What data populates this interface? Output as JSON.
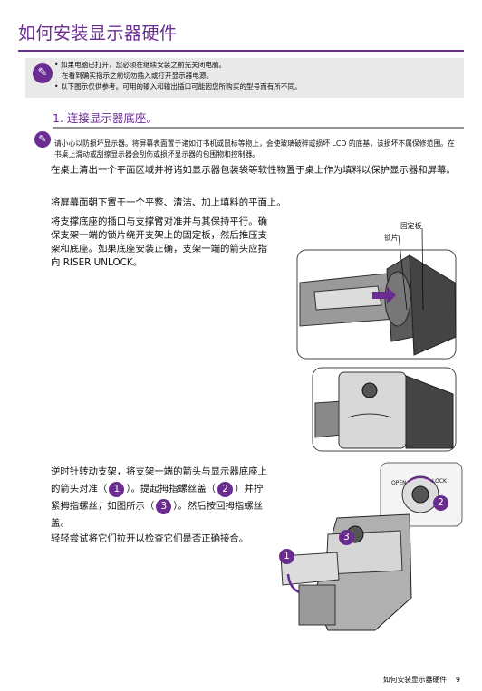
{
  "page_title": "如何安装显示器硬件",
  "top_note": {
    "icon": "pen-note-icon",
    "lines": [
      "• 如果电脑已打开，您必须在继续安装之前先关闭电脑。",
      "在看到确实指示之前切勿插入或打开显示器电源。",
      "• 以下图示仅供参考。可用的输入和输出插口可能因您所购买的型号而有所不同。"
    ]
  },
  "section_heading": "1. 连接显示器底座。",
  "caution_note": "请小心以防损坏显示器。将屏幕表面置于诸如订书机或鼠标等物上，会使玻璃破碎或损坏 LCD 的底基，该损坏不属保修范围。在书桌上滑动或刮擦显示器会刮伤或损坏显示器的包围物和控制器。",
  "para1": "在桌上清出一个平面区域并将诸如显示器包装袋等软性物置于桌上作为填料以保护显示器和屏幕。",
  "para2": "将屏幕面朝下置于一个平整、清洁、加上填料的平面上。",
  "para3": "将支撑底座的插口与支撑臂对准并与其保持平行。确保支架一端的锁片绕开支架上的固定板，然后推压支架和底座。如果底座安装正确，支架一端的箭头应指向 RISER UNLOCK。",
  "labels": {
    "fixing_plate": "固定板",
    "lock_tab": "锁片",
    "open": "OPEN",
    "lock": "LOCK"
  },
  "steps": {
    "one": "1",
    "two": "2",
    "three": "3"
  },
  "para4": {
    "a": "逆时针转动支架，将支架一端的箭头与显示器底座上的箭头对准（",
    "b": "）。提起拇指螺丝盖（",
    "c": "）并拧紧拇指螺丝，如图所示（",
    "d": "）。然后按回拇指螺丝盖。"
  },
  "para5": "轻轻尝试将它们拉开以检查它们是否正确接合。",
  "footer": {
    "section": "如何安装显示器硬件",
    "page": "9"
  },
  "colors": {
    "accent": "#6a2c91",
    "note_bg": "#e9e9e9"
  }
}
